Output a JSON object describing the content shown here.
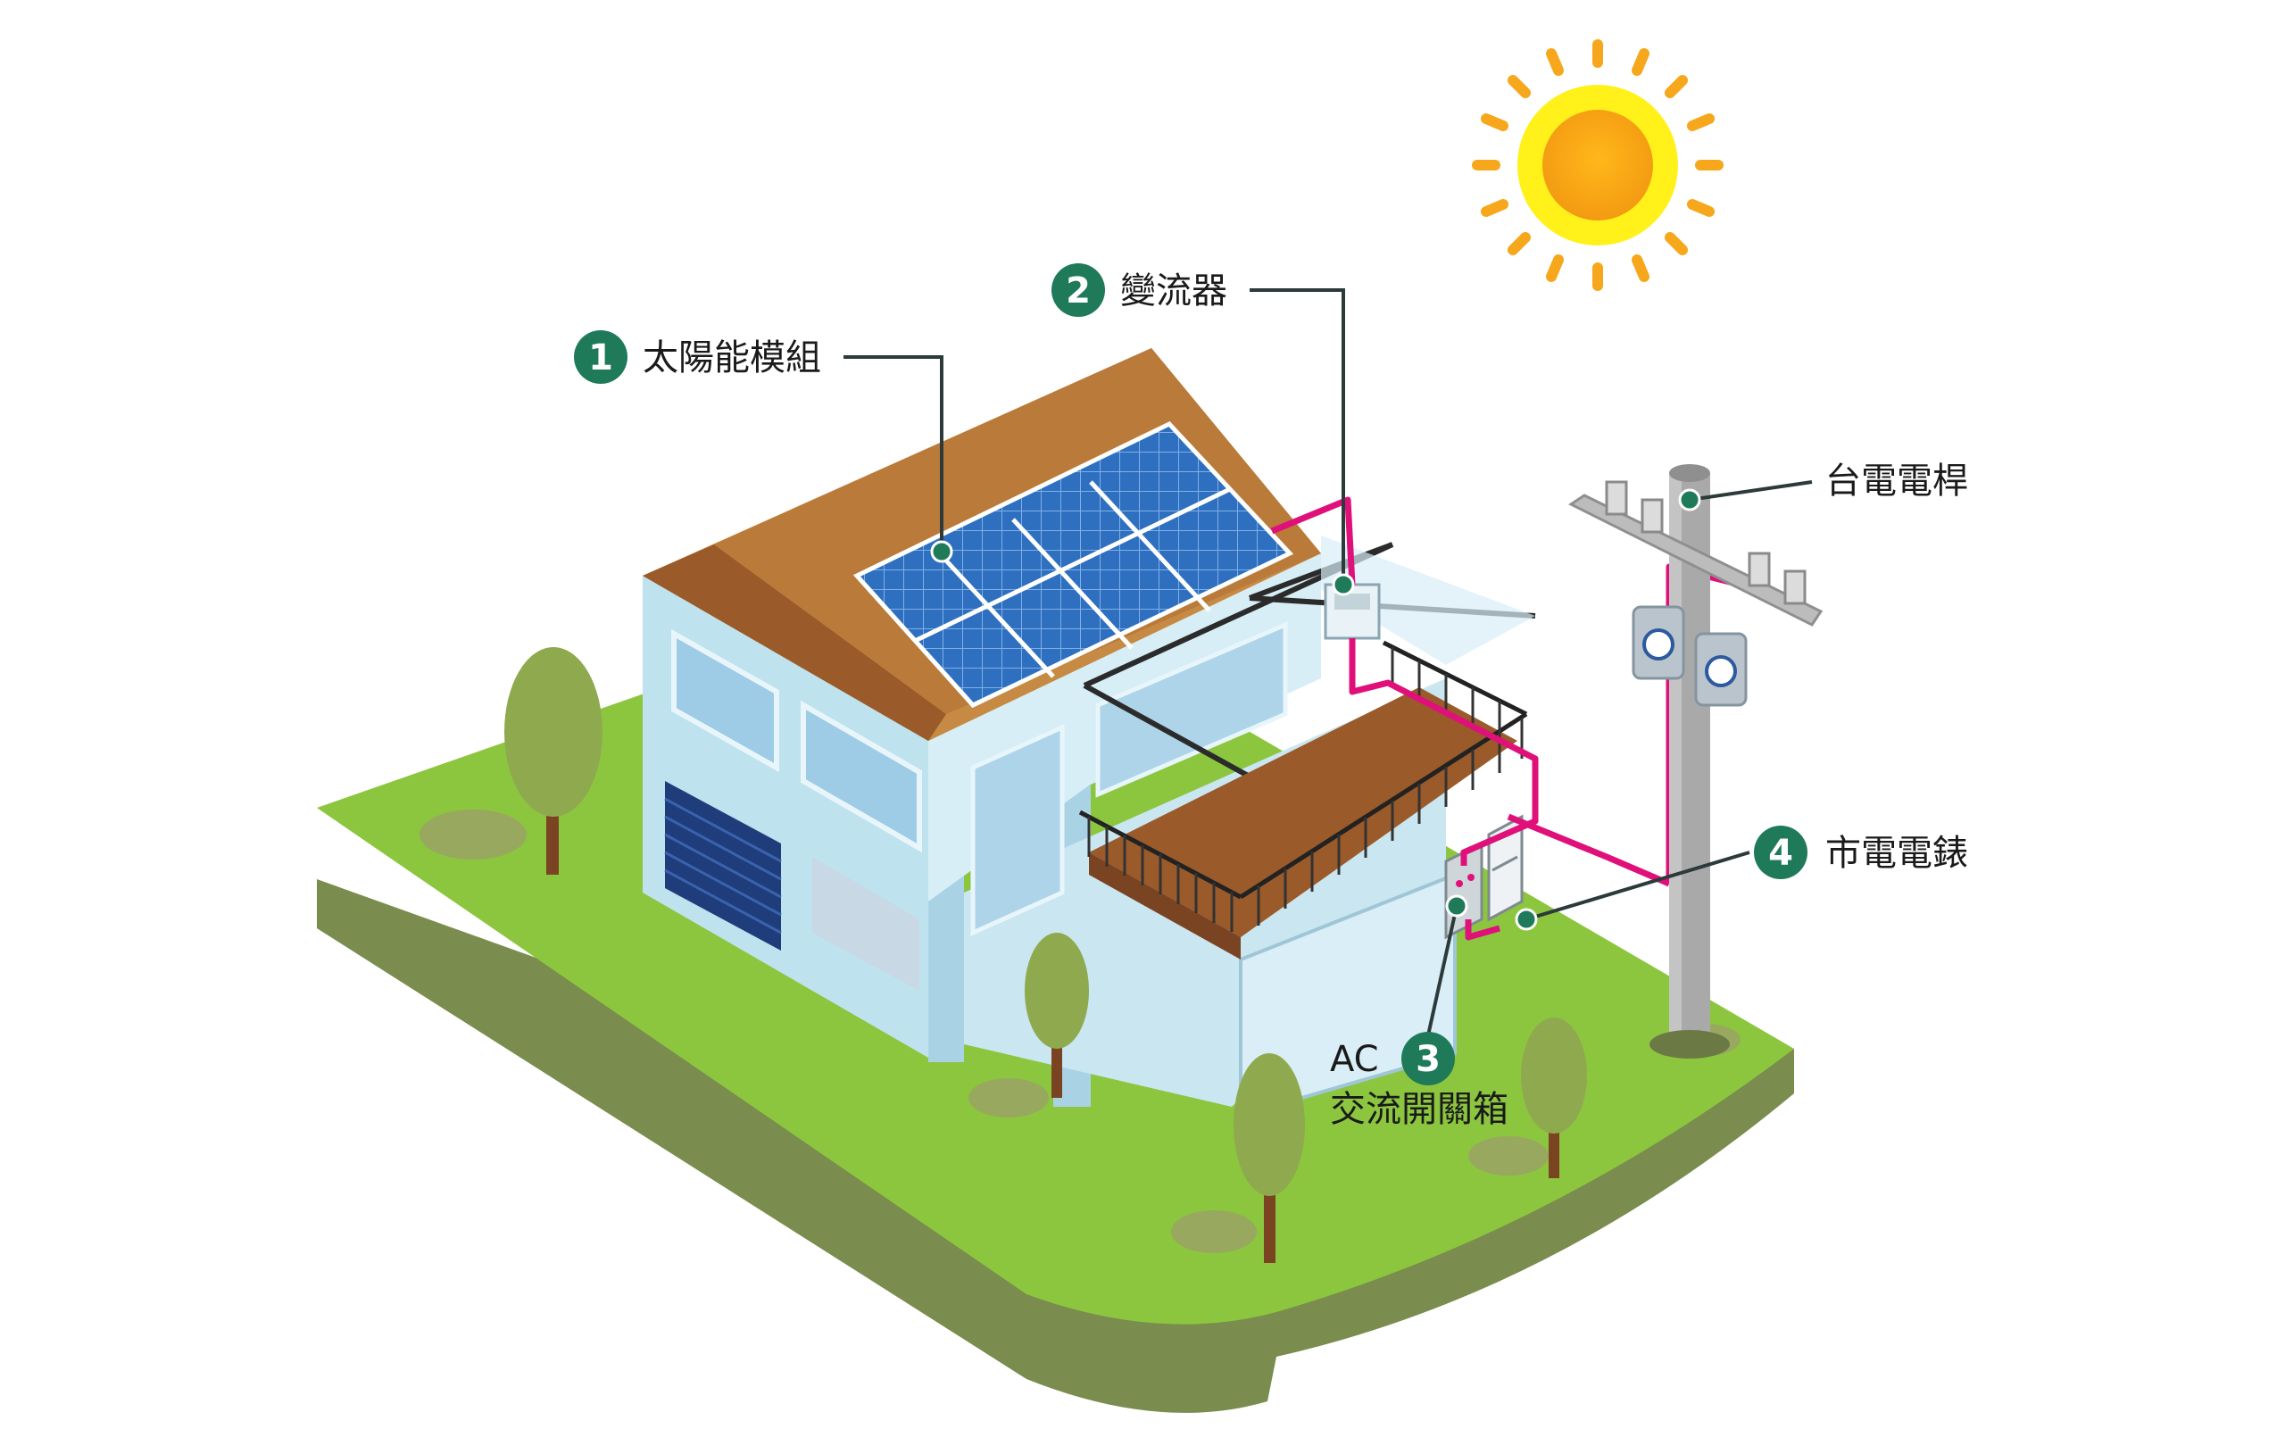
{
  "labels": {
    "solar_module": {
      "number": "1",
      "text": "太陽能模組"
    },
    "inverter": {
      "number": "2",
      "text": "變流器"
    },
    "ac_box": {
      "prefix": "AC",
      "number": "3",
      "text": "交流開關箱"
    },
    "meter": {
      "number": "4",
      "text": "市電電錶"
    },
    "pole": {
      "text": "台電電桿"
    }
  },
  "colors": {
    "badge": "#1f7a5a",
    "wire": "#e0107a",
    "grass_top": "#8cc63f",
    "grass_side": "#7a8c4e",
    "roof": "#c78a44",
    "wall": "#bfe2ef",
    "panel": "#2e6fc0",
    "sun": "#f7a71b"
  },
  "icons": [
    "sun-icon",
    "solar-panel-icon",
    "inverter-icon",
    "ac-switch-box-icon",
    "meter-icon",
    "utility-pole-icon",
    "tree-icon"
  ]
}
